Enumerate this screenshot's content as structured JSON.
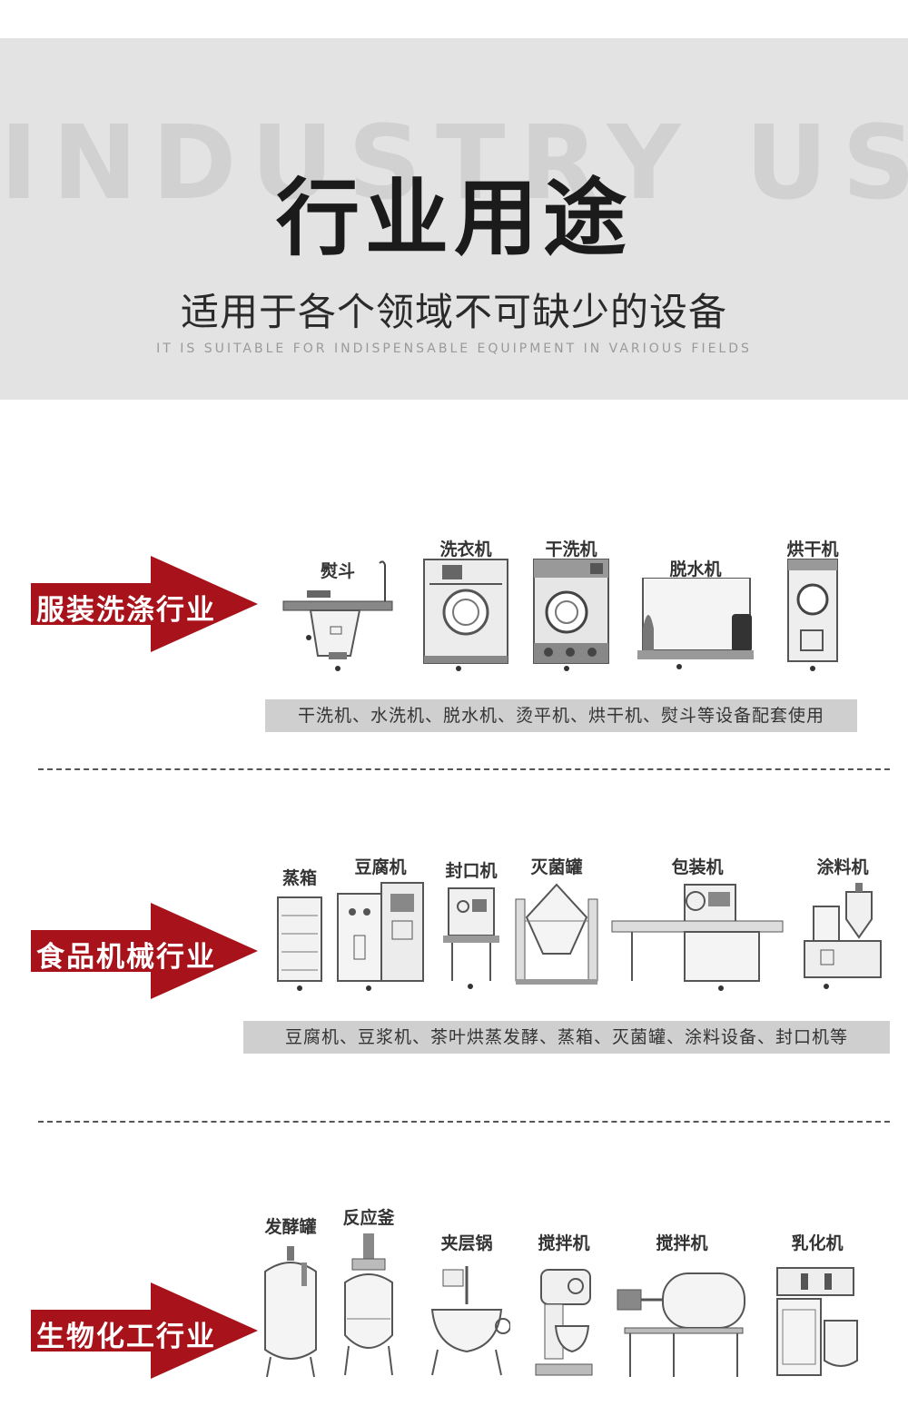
{
  "header": {
    "bg_word": "INDUSTRY USE",
    "title": "行业用途",
    "subtitle": "适用于各个领域不可缺少的设备",
    "subtitle_en": "IT IS SUITABLE FOR INDISPENSABLE EQUIPMENT IN VARIOUS FIELDS"
  },
  "colors": {
    "accent": "#a8121a",
    "bar": "#cfcfcf",
    "header_bg": "#e3e3e3"
  },
  "sections": [
    {
      "label": "服装洗涤行业",
      "machines": [
        "熨斗",
        "洗衣机",
        "干洗机",
        "脱水机",
        "烘干机"
      ],
      "caption": "干洗机、水洗机、脱水机、烫平机、烘干机、熨斗等设备配套使用"
    },
    {
      "label": "食品机械行业",
      "machines": [
        "蒸箱",
        "豆腐机",
        "封口机",
        "灭菌罐",
        "包装机",
        "涂料机"
      ],
      "caption": "豆腐机、豆浆机、茶叶烘蒸发酵、蒸箱、灭菌罐、涂料设备、封口机等"
    },
    {
      "label": "生物化工行业",
      "machines": [
        "发酵罐",
        "反应釜",
        "夹层锅",
        "搅拌机",
        "搅拌机",
        "乳化机"
      ]
    }
  ]
}
